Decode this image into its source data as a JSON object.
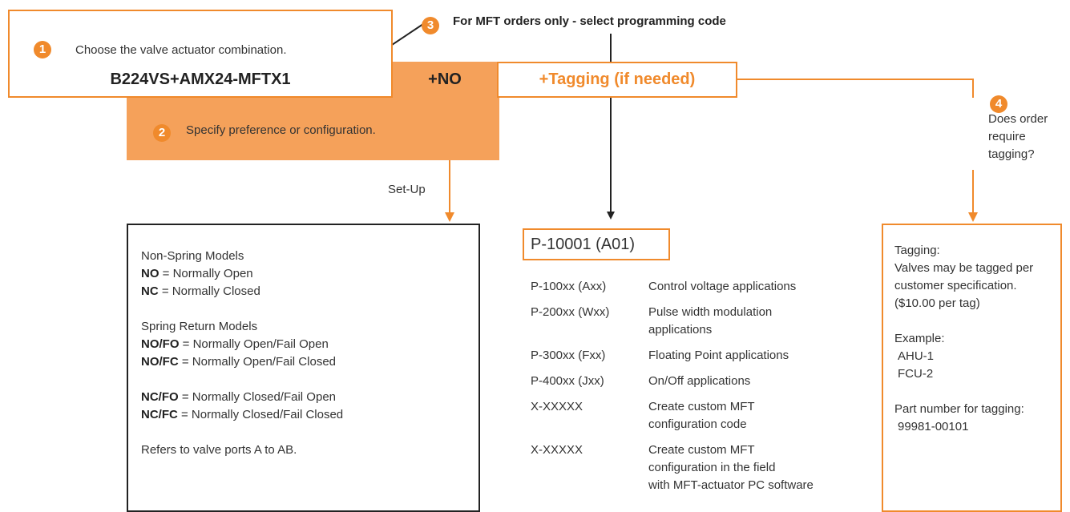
{
  "steps": {
    "step1": {
      "number": "1",
      "text": "Choose the valve actuator combination."
    },
    "step2": {
      "number": "2",
      "text": "Specify preference or configuration."
    },
    "step3": {
      "number": "3",
      "text": "For MFT orders only - select programming code"
    },
    "step4": {
      "number": "4",
      "lines": [
        "Does order",
        "require",
        "tagging?"
      ]
    }
  },
  "model_row": {
    "model": "B224VS+AMX24-MFTX1",
    "config": "+NO",
    "tagging": "+Tagging (if needed)"
  },
  "setup_label": "Set-Up",
  "configuration_box": {
    "non_spring": {
      "title": "Non-Spring Models",
      "items": [
        {
          "code": "NO",
          "desc": " = Normally Open"
        },
        {
          "code": "NC",
          "desc": " = Normally Closed"
        }
      ]
    },
    "spring_return": {
      "title": "Spring Return Models",
      "items": [
        {
          "code": "NO/FO",
          "desc": " = Normally Open/Fail Open"
        },
        {
          "code": "NO/FC",
          "desc": " = Normally Open/Fail Closed"
        }
      ]
    },
    "spring_return_nc": {
      "items": [
        {
          "code": "NC/FO",
          "desc": " = Normally Closed/Fail Open"
        },
        {
          "code": "NC/FC",
          "desc": " = Normally Closed/Fail Closed"
        }
      ]
    },
    "note": "Refers to valve ports A to AB."
  },
  "programming": {
    "selected_code": "P-10001 (A01)",
    "rows": [
      {
        "code": "P-100xx (Axx)",
        "desc": [
          "Control voltage applications"
        ]
      },
      {
        "code": "P-200xx (Wxx)",
        "desc": [
          "Pulse width modulation",
          "applications"
        ]
      },
      {
        "code": "P-300xx (Fxx)",
        "desc": [
          "Floating Point applications"
        ]
      },
      {
        "code": "P-400xx (Jxx)",
        "desc": [
          "On/Off applications"
        ]
      },
      {
        "code": "X-XXXXX",
        "desc": [
          "Create custom MFT",
          "configuration code"
        ]
      },
      {
        "code": "X-XXXXX",
        "desc": [
          "Create custom MFT",
          "configuration in the field",
          "with MFT-actuator PC software"
        ]
      }
    ]
  },
  "tagging_box": {
    "title": "Tagging:",
    "desc": [
      "Valves may be tagged per",
      "customer specification.",
      "($10.00 per tag)"
    ],
    "example_label": "Example:",
    "examples": [
      "AHU-1",
      "FCU-2"
    ],
    "part_label": "Part number for tagging:",
    "part_number": "99981-00101"
  },
  "colors": {
    "accent": "#f08a2c",
    "accent_fill": "#f5a15a",
    "line": "#222222"
  }
}
